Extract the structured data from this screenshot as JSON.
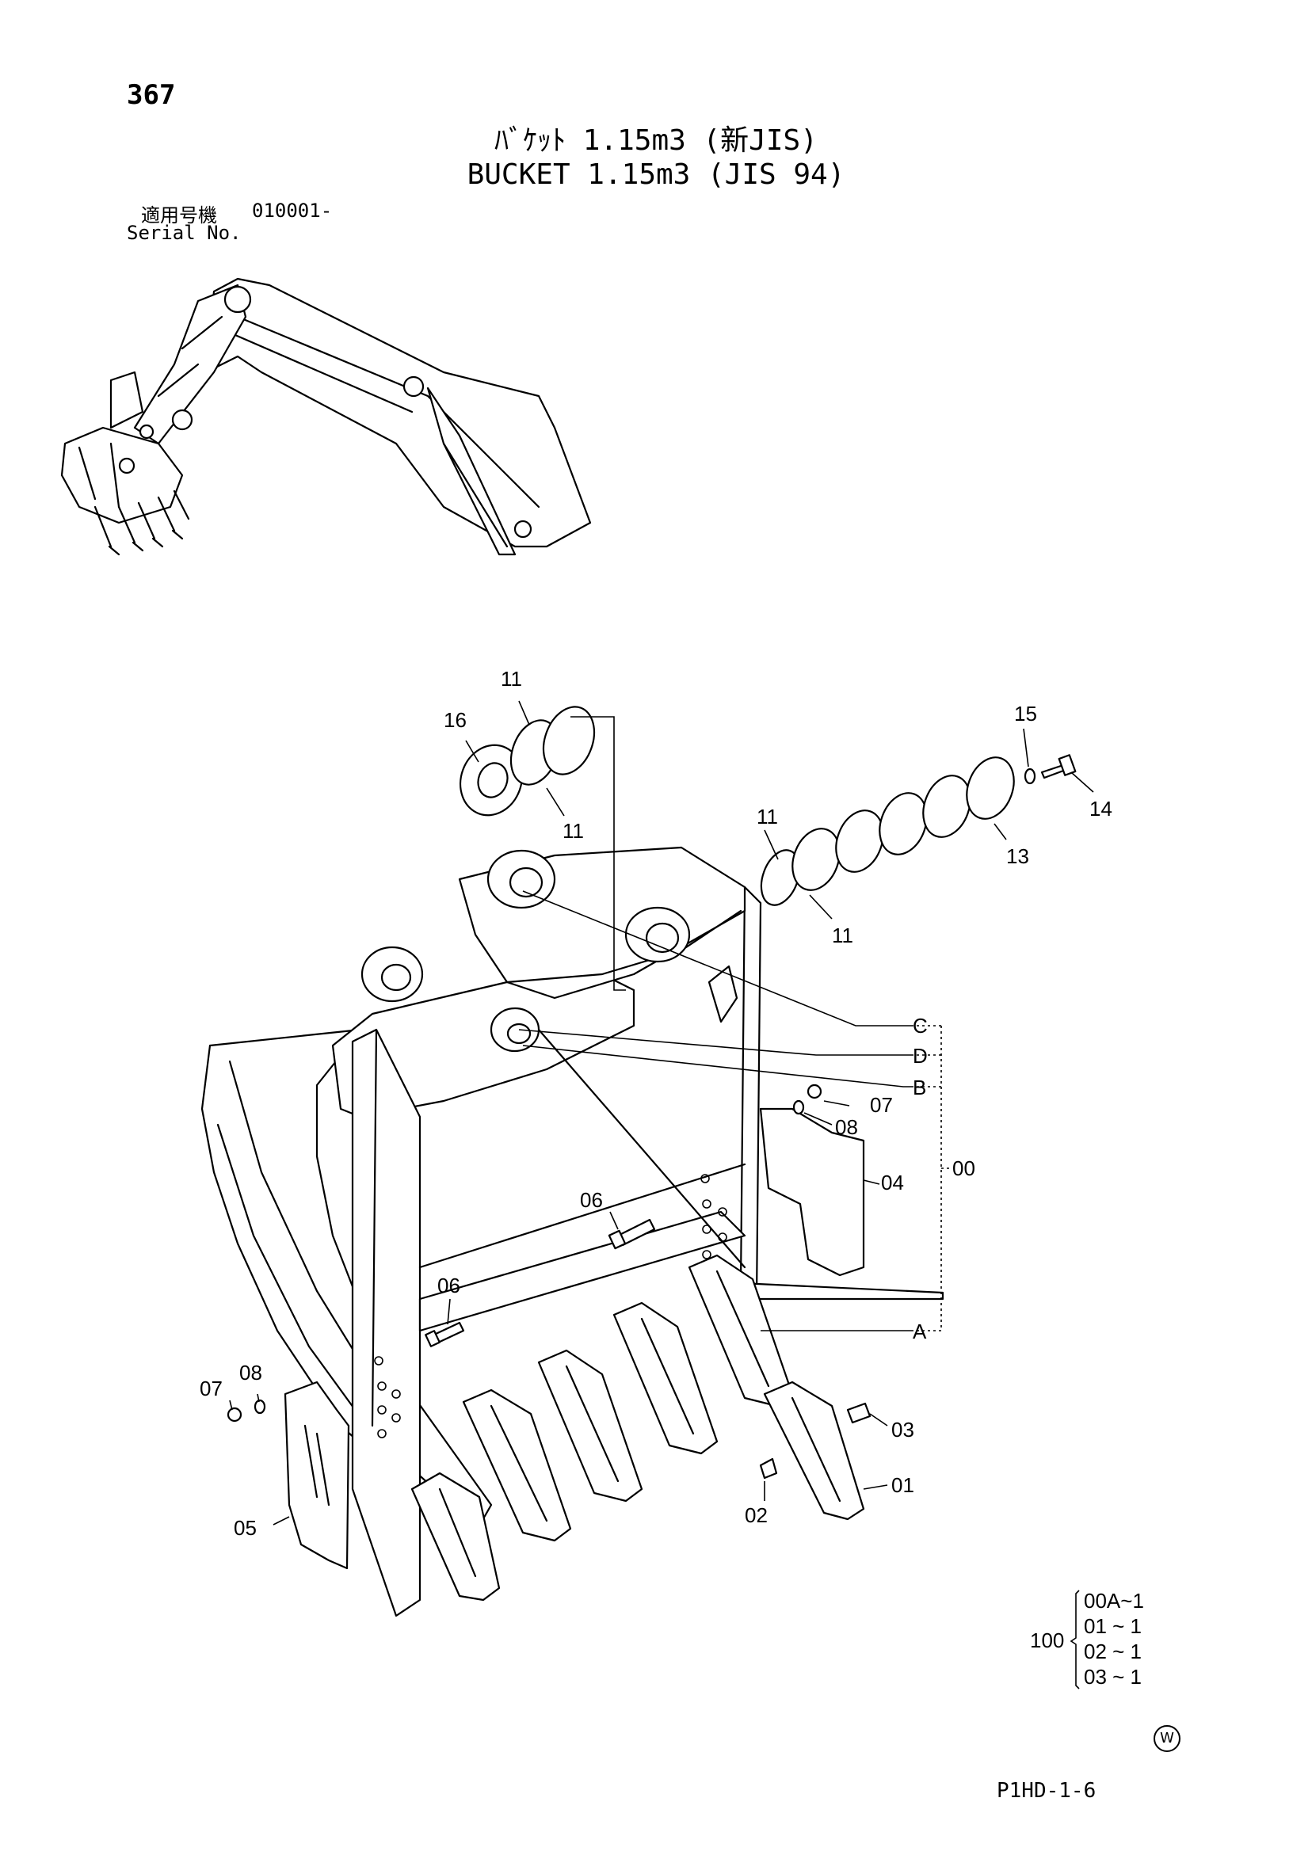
{
  "header": {
    "page_number": "367",
    "title_jp": "ﾊﾞｹｯﾄ 1.15m3 (新JIS)",
    "title_en": "BUCKET 1.15m3 (JIS 94)",
    "serial_label_jp": "適用号機",
    "serial_value": "010001-",
    "serial_label_en": "Serial No."
  },
  "callouts": {
    "p16": "16",
    "p11a": "11",
    "p11b": "11",
    "p11c": "11",
    "p11d": "11",
    "p15": "15",
    "p14": "14",
    "p13": "13",
    "pC": "C",
    "pD": "D",
    "pB": "B",
    "pA": "A",
    "p07a": "07",
    "p08a": "08",
    "p04": "04",
    "p00": "00",
    "p06a": "06",
    "p06b": "06",
    "p07b": "07",
    "p08b": "08",
    "p03": "03",
    "p01": "01",
    "p02": "02",
    "p05": "05"
  },
  "kit": {
    "qty_label": "100",
    "items": [
      "00A~1",
      "01 ~ 1",
      "02 ~ 1",
      "03 ~ 1"
    ]
  },
  "footer": {
    "mark": "W",
    "code": "P1HD-1-6"
  }
}
